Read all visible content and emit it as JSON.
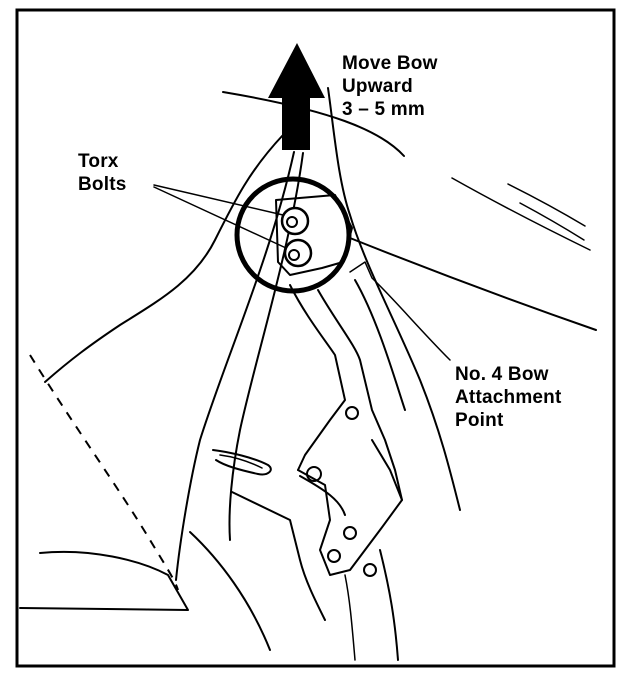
{
  "labels": {
    "move_bow": [
      "Move Bow",
      "Upward",
      "3 – 5 mm"
    ],
    "torx_bolts": [
      "Torx",
      "Bolts"
    ],
    "bow_attachment": [
      "No. 4 Bow",
      "Attachment",
      "Point"
    ]
  },
  "colors": {
    "ink": "#000000",
    "paper": "#ffffff"
  }
}
